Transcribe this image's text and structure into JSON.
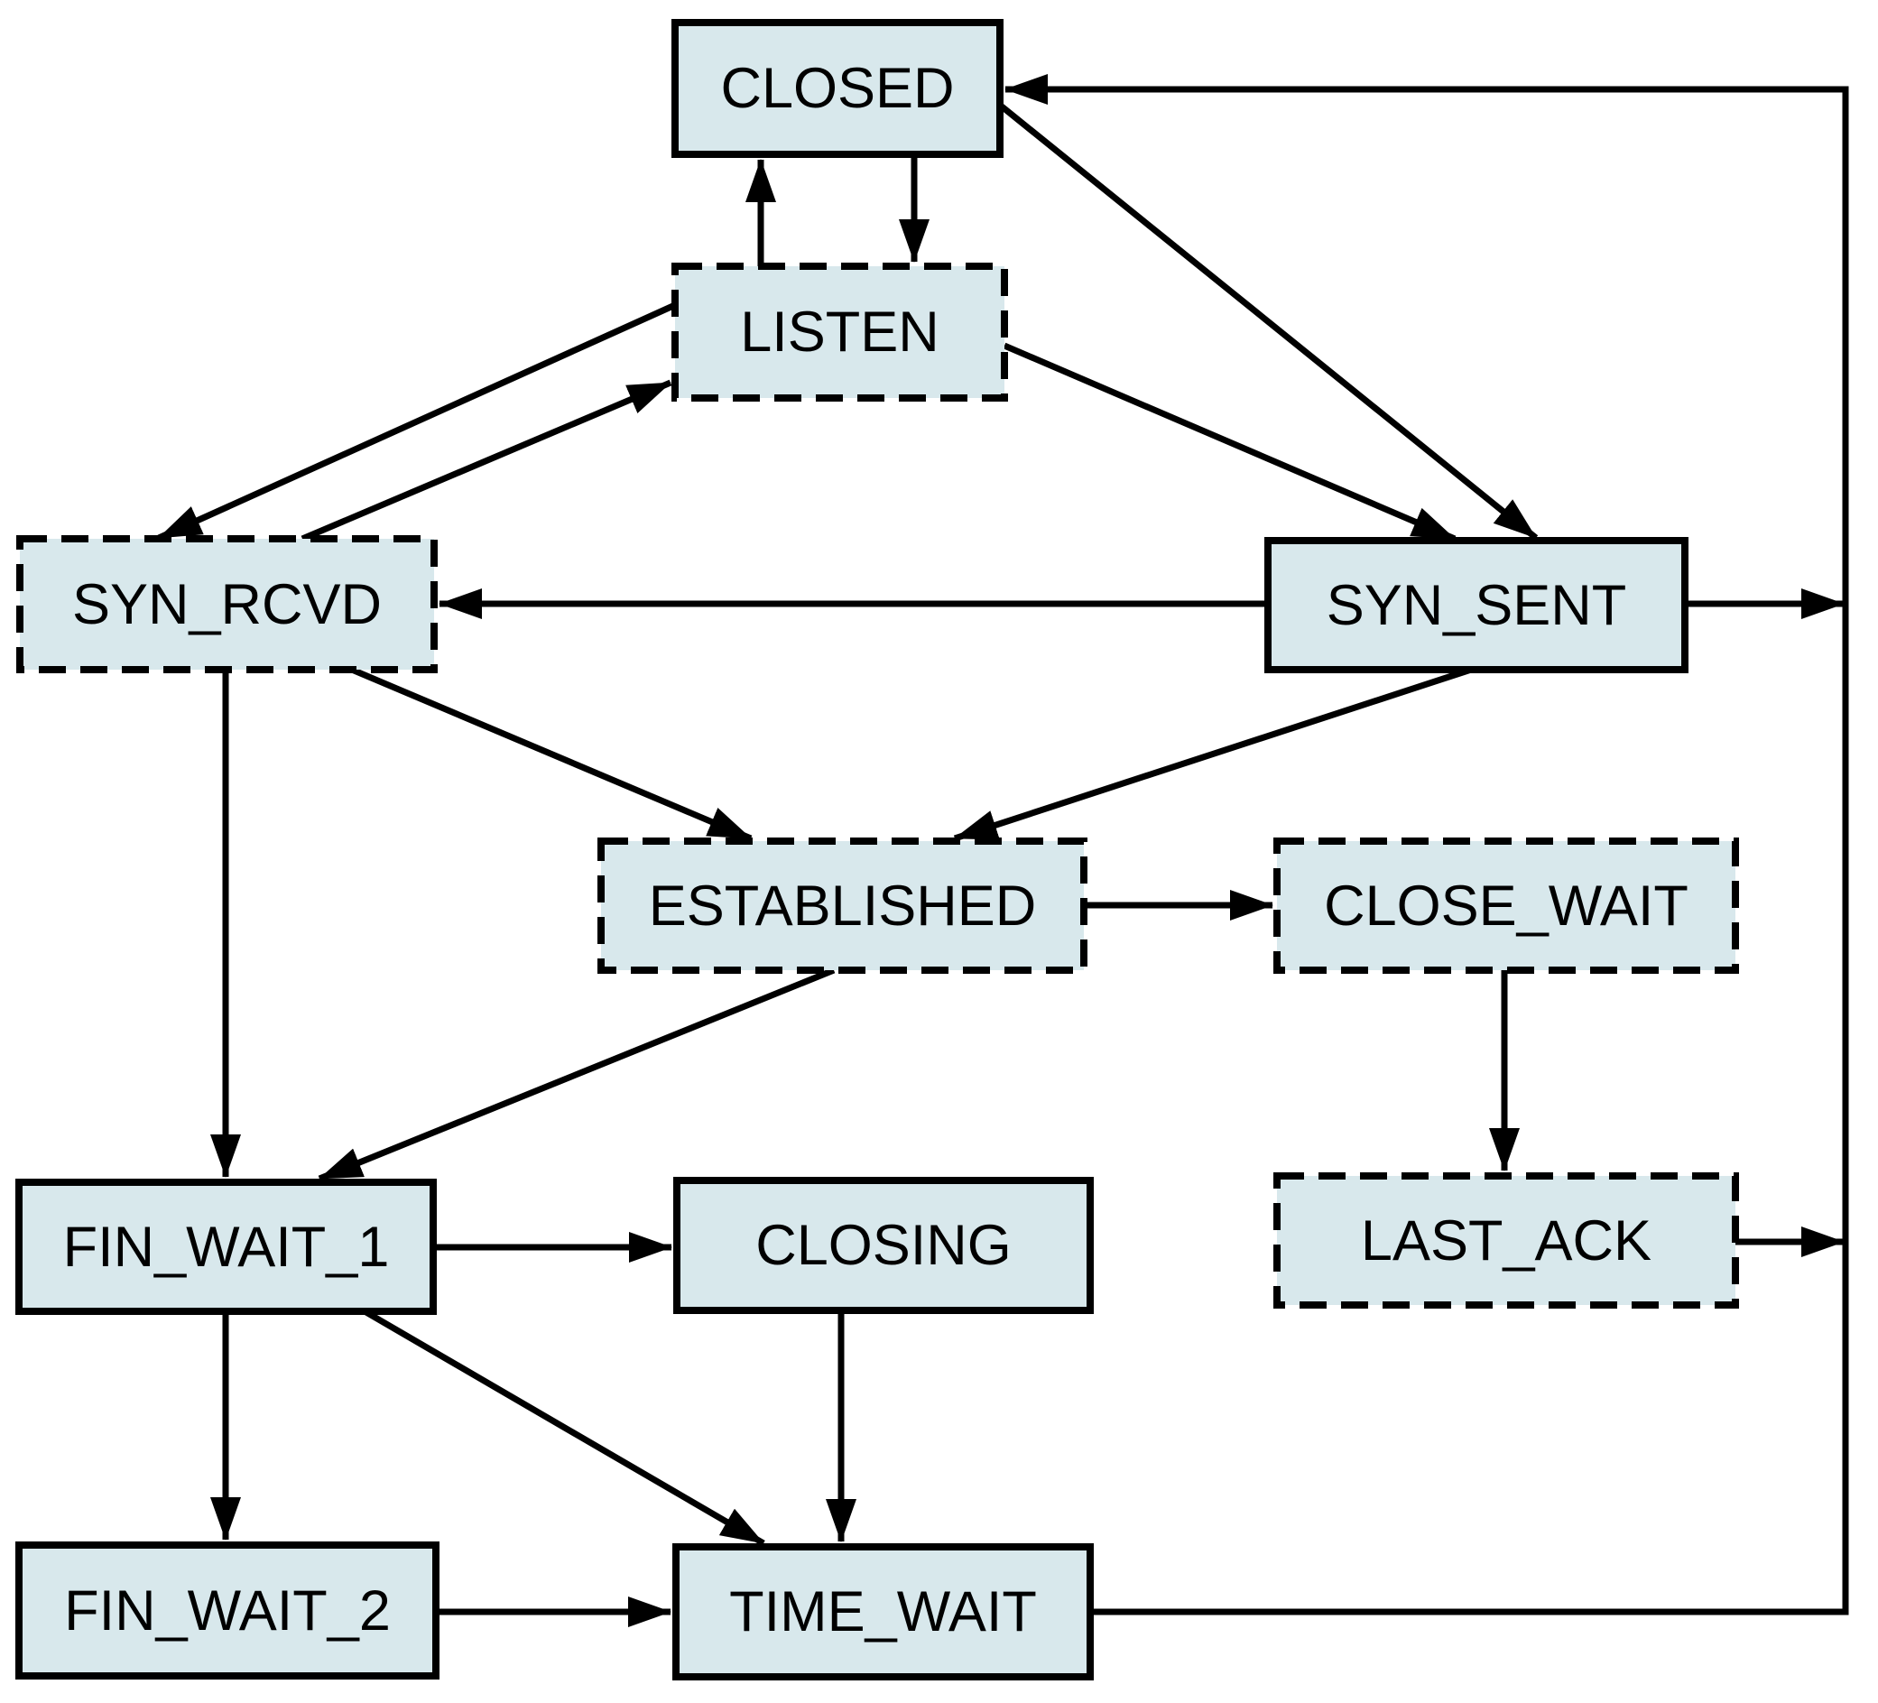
{
  "diagram": {
    "kind": "state-diagram",
    "nodes": {
      "closed": {
        "label": "CLOSED",
        "border": "solid"
      },
      "listen": {
        "label": "LISTEN",
        "border": "dashed"
      },
      "syn_rcvd": {
        "label": "SYN_RCVD",
        "border": "dashed"
      },
      "syn_sent": {
        "label": "SYN_SENT",
        "border": "solid"
      },
      "established": {
        "label": "ESTABLISHED",
        "border": "dashed"
      },
      "close_wait": {
        "label": "CLOSE_WAIT",
        "border": "dashed"
      },
      "last_ack": {
        "label": "LAST_ACK",
        "border": "dashed"
      },
      "fin_wait_1": {
        "label": "FIN_WAIT_1",
        "border": "solid"
      },
      "closing": {
        "label": "CLOSING",
        "border": "solid"
      },
      "fin_wait_2": {
        "label": "FIN_WAIT_2",
        "border": "solid"
      },
      "time_wait": {
        "label": "TIME_WAIT",
        "border": "solid"
      }
    },
    "edges": [
      {
        "from": "listen",
        "to": "closed"
      },
      {
        "from": "closed",
        "to": "listen"
      },
      {
        "from": "listen",
        "to": "syn_rcvd"
      },
      {
        "from": "syn_rcvd",
        "to": "listen"
      },
      {
        "from": "listen",
        "to": "syn_sent"
      },
      {
        "from": "closed",
        "to": "syn_sent"
      },
      {
        "from": "syn_sent",
        "to": "syn_rcvd"
      },
      {
        "from": "syn_rcvd",
        "to": "established"
      },
      {
        "from": "syn_sent",
        "to": "established"
      },
      {
        "from": "established",
        "to": "close_wait"
      },
      {
        "from": "close_wait",
        "to": "last_ack"
      },
      {
        "from": "syn_rcvd",
        "to": "fin_wait_1"
      },
      {
        "from": "established",
        "to": "fin_wait_1"
      },
      {
        "from": "fin_wait_1",
        "to": "closing"
      },
      {
        "from": "fin_wait_1",
        "to": "fin_wait_2"
      },
      {
        "from": "fin_wait_1",
        "to": "time_wait"
      },
      {
        "from": "closing",
        "to": "time_wait"
      },
      {
        "from": "fin_wait_2",
        "to": "time_wait"
      },
      {
        "from": "time_wait",
        "to": "closed",
        "via": "right_rail"
      },
      {
        "from": "syn_sent",
        "to": "closed",
        "via": "right_rail"
      },
      {
        "from": "last_ack",
        "to": "closed",
        "via": "right_rail"
      }
    ],
    "colors": {
      "box_fill": "#d8e8ec",
      "line": "#000000",
      "text": "#000000",
      "background": "#ffffff"
    }
  }
}
